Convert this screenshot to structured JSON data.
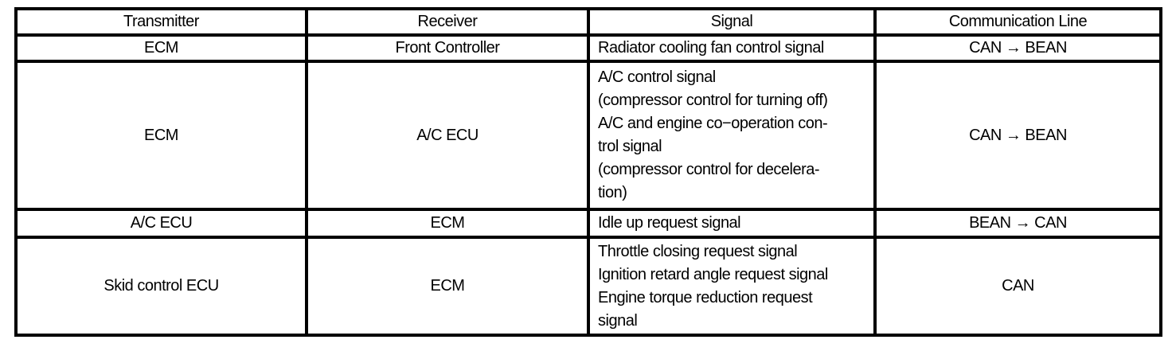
{
  "colors": {
    "border": "#000000",
    "text": "#000000",
    "background": "#ffffff"
  },
  "table": {
    "columns": [
      {
        "key": "transmitter",
        "label": "Transmitter"
      },
      {
        "key": "receiver",
        "label": "Receiver"
      },
      {
        "key": "signal",
        "label": "Signal"
      },
      {
        "key": "communication_line",
        "label": "Communication Line"
      }
    ],
    "rows": [
      {
        "transmitter": "ECM",
        "receiver": "Front Controller",
        "signal": "Radiator cooling fan control signal",
        "communication_line": "CAN → BEAN"
      },
      {
        "transmitter": "ECM",
        "receiver": "A/C ECU",
        "signal": "A/C control signal\n(compressor control for turning off)\nA/C and engine co−operation con-\ntrol signal\n(compressor control for decelera-\ntion)",
        "communication_line": "CAN → BEAN"
      },
      {
        "transmitter": "A/C ECU",
        "receiver": "ECM",
        "signal": "Idle up request signal",
        "communication_line": "BEAN → CAN"
      },
      {
        "transmitter": "Skid control ECU",
        "receiver": "ECM",
        "signal": "Throttle closing request signal\nIgnition retard angle request signal\nEngine torque reduction request\nsignal",
        "communication_line": "CAN"
      }
    ]
  }
}
